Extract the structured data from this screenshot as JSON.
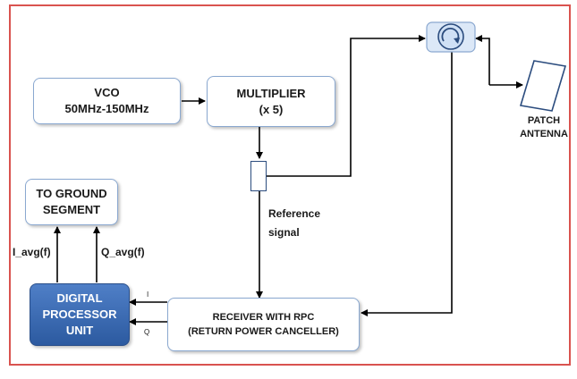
{
  "blocks": {
    "vco": {
      "line1": "VCO",
      "line2": "50MHz-150MHz"
    },
    "multiplier": {
      "line1": "MULTIPLIER",
      "line2": "(x 5)"
    },
    "ground": {
      "line1": "TO GROUND",
      "line2": "SEGMENT"
    },
    "dpu": {
      "line1": "DIGITAL",
      "line2": "PROCESSOR",
      "line3": "UNIT"
    },
    "receiver": {
      "line1": "RECEIVER WITH RPC",
      "line2": "(RETURN POWER CANCELLER)"
    }
  },
  "labels": {
    "reference_line1": "Reference",
    "reference_line2": "signal",
    "i_avg": "I_avg(f)",
    "q_avg": "Q_avg(f)",
    "i_port": "I",
    "q_port": "Q",
    "antenna_line1": "PATCH",
    "antenna_line2": "ANTENNA"
  },
  "colors": {
    "frame_border": "#d9534f",
    "block_border": "#8aa8d0",
    "dpu_fill": "#2c5aa0",
    "circulator_fill": "#cfe0f5"
  },
  "icons": {
    "circulator": "circulator-icon",
    "antenna": "patch-antenna-icon",
    "coupler": "directional-coupler-icon"
  }
}
